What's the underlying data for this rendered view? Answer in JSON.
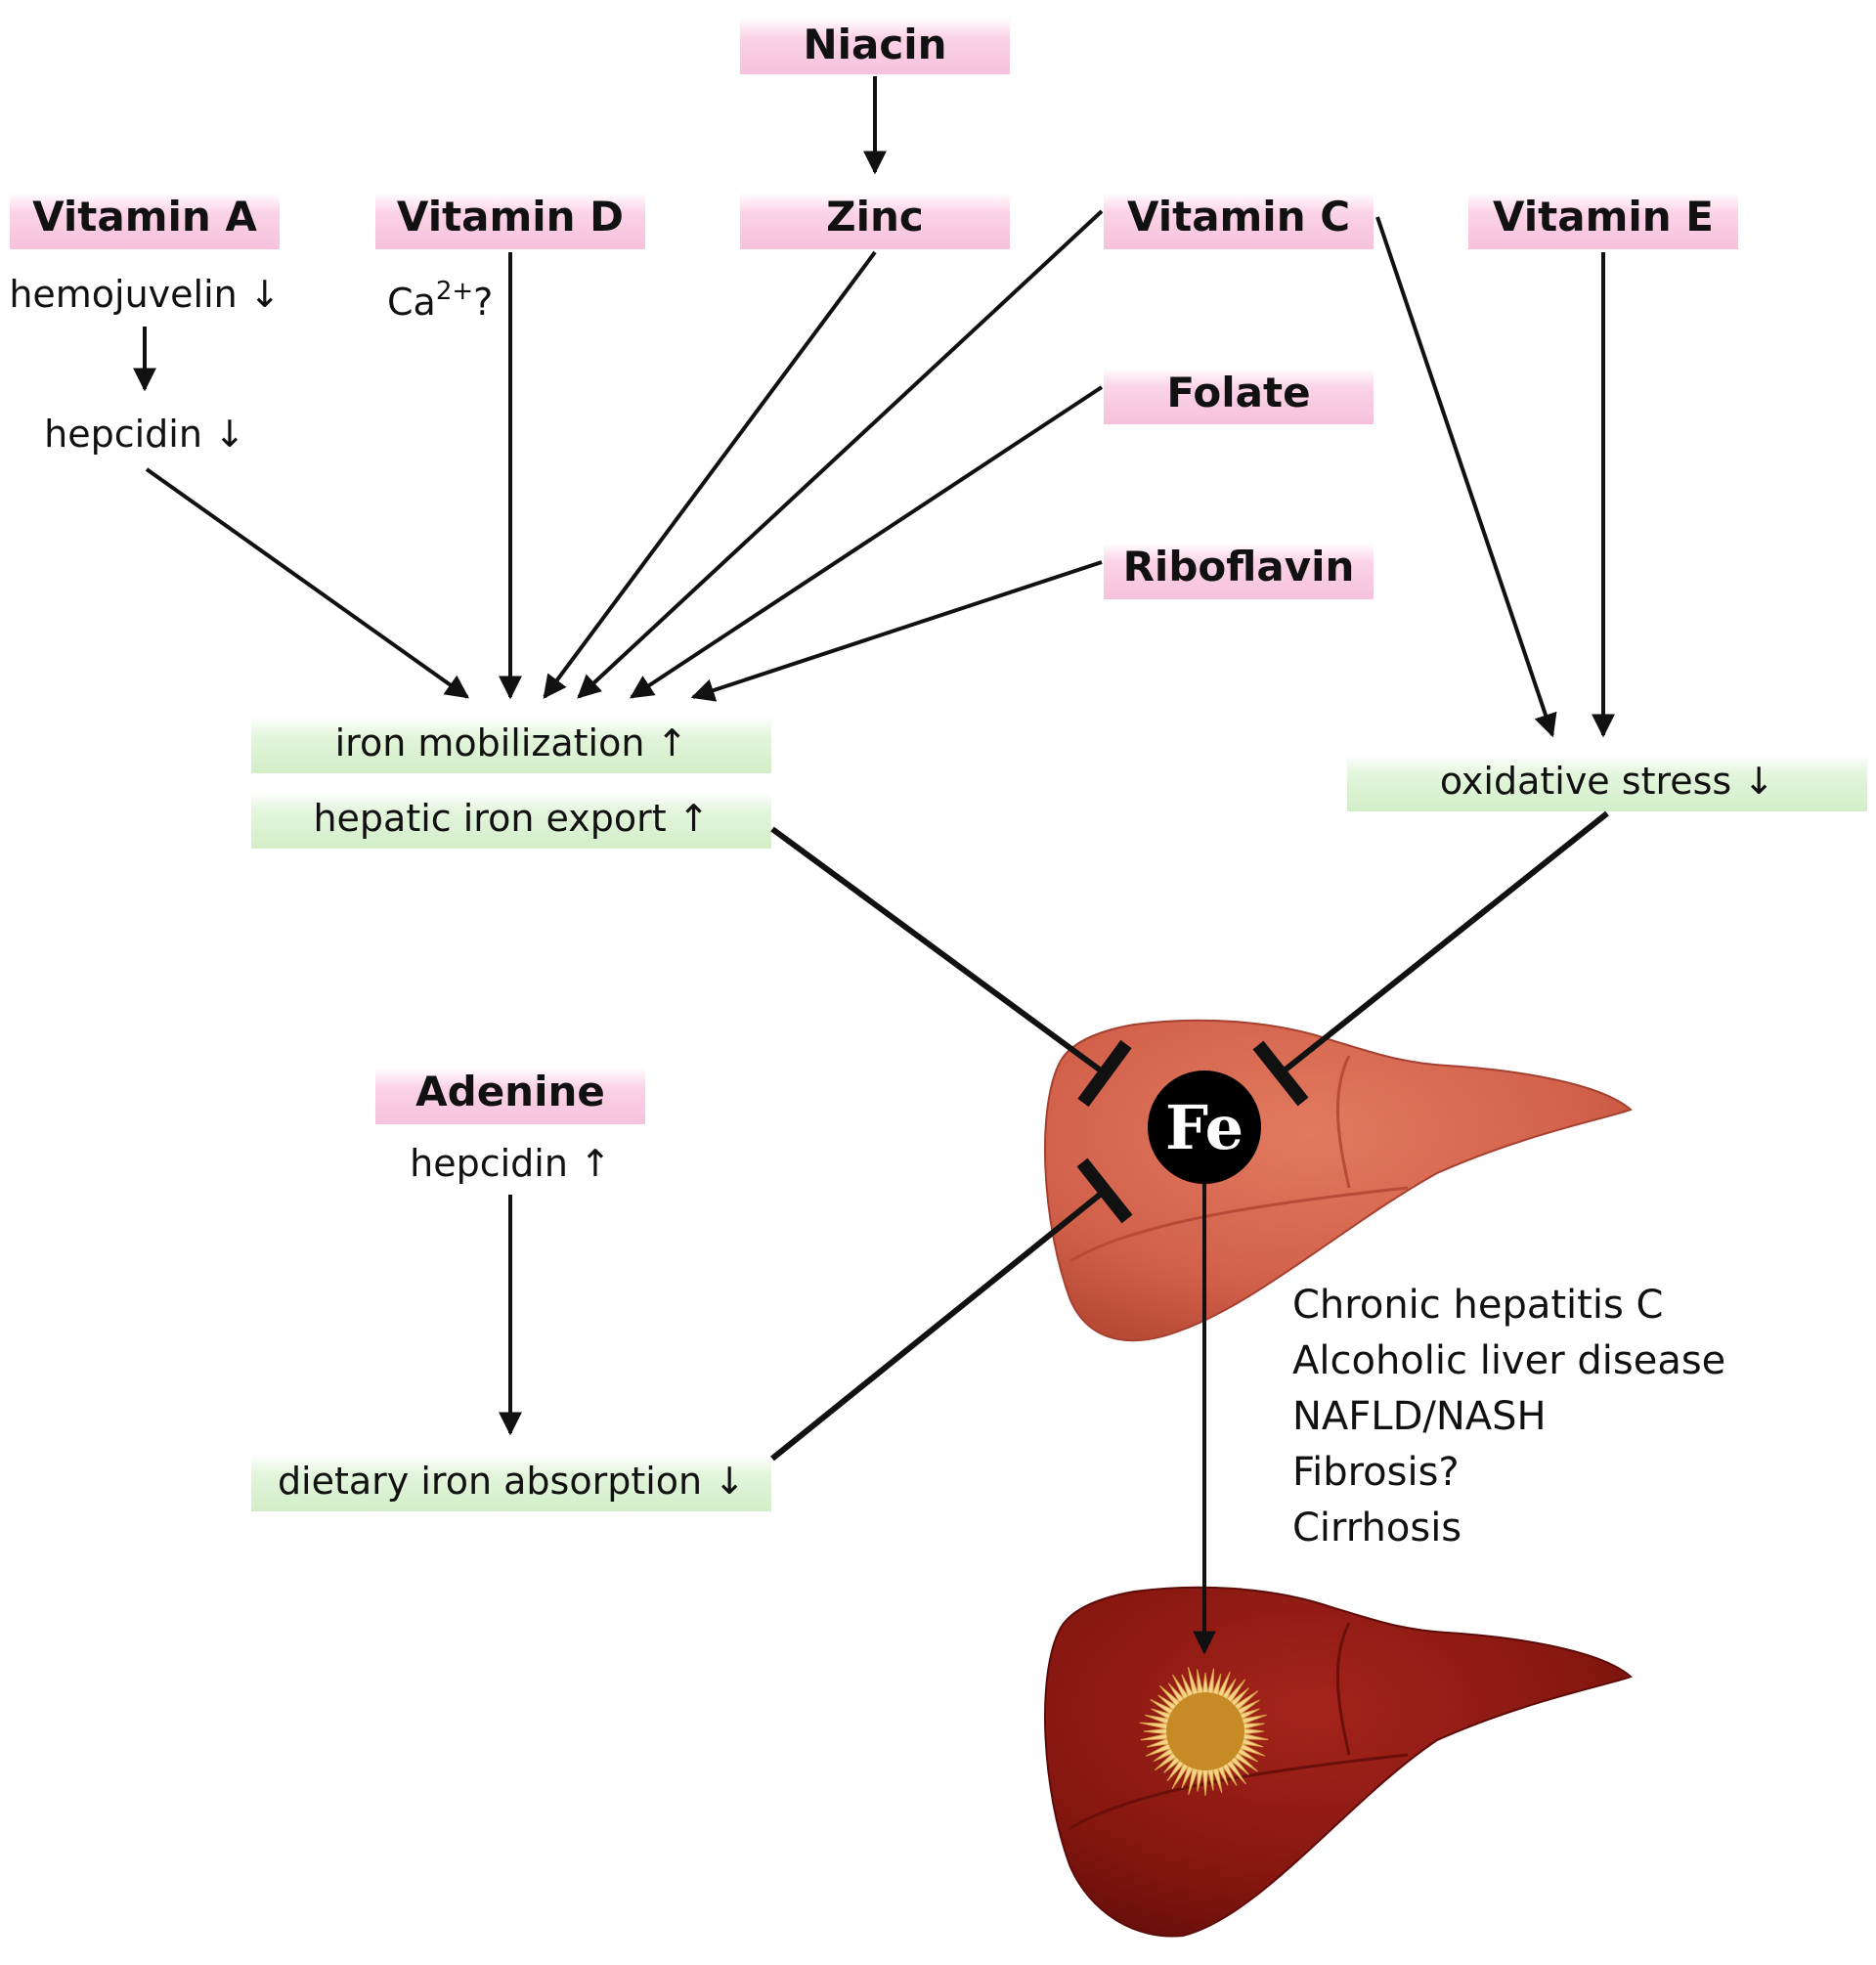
{
  "nutrients": {
    "niacin": "Niacin",
    "vitamin_a": "Vitamin A",
    "vitamin_d": "Vitamin D",
    "zinc": "Zinc",
    "vitamin_c": "Vitamin C",
    "vitamin_e": "Vitamin E",
    "folate": "Folate",
    "riboflavin": "Riboflavin",
    "adenine": "Adenine"
  },
  "notes": {
    "hemojuvelin": "hemojuvelin ↓",
    "hepcidin_down": "hepcidin ↓",
    "ca_base": "Ca",
    "ca_sup": "2+",
    "ca_q": "?",
    "hepcidin_up": "hepcidin ↑"
  },
  "effects": {
    "iron_mobilization": "iron mobilization ↑",
    "hepatic_iron_export": "hepatic iron export ↑",
    "oxidative_stress": "oxidative stress ↓",
    "dietary_iron_absorption": "dietary iron absorption ↓"
  },
  "center": {
    "fe": "Fe"
  },
  "diseases": [
    "Chronic hepatitis C",
    "Alcoholic liver disease",
    "NAFLD/NASH",
    "Fibrosis?",
    "Cirrhosis"
  ],
  "colors": {
    "nutrient_box": "#fbd3e7",
    "effect_box": "#dbf2d3",
    "liver_healthy": "#d6654c",
    "liver_diseased": "#8a1812",
    "tumor": "#c68b25",
    "fe_circle": "#000000"
  }
}
